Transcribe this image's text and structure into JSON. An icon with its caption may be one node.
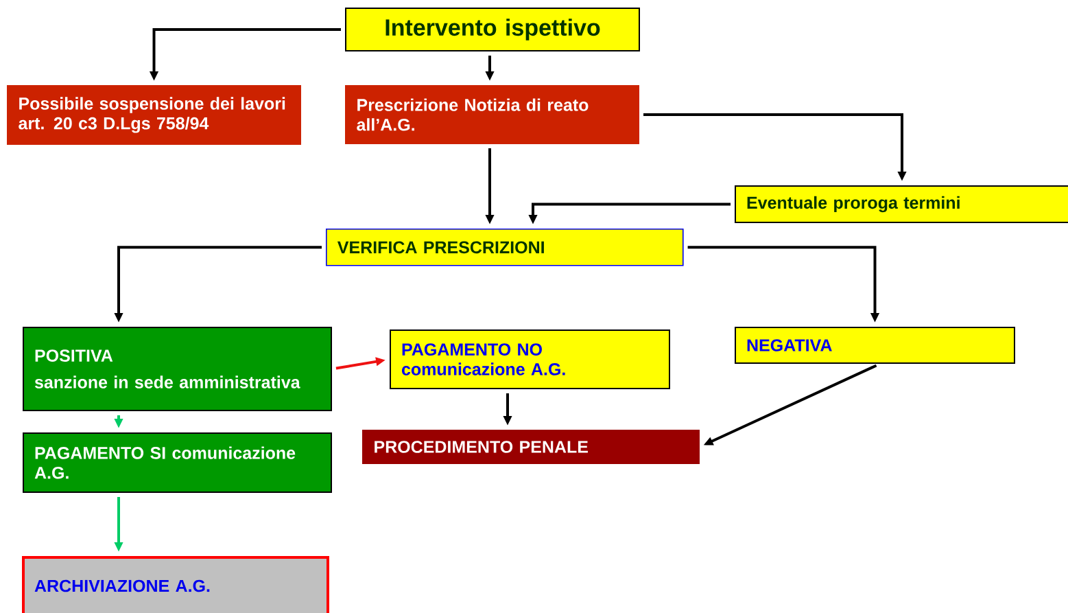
{
  "diagram": {
    "nodes": [
      {
        "text": [
          "Intervento ispettivo"
        ]
      },
      {
        "text": [
          "Possibile sospensione dei lavori art. 20 c3 D.Lgs 758/94"
        ]
      },
      {
        "text": [
          "Prescrizione Notizia di reato all’A.G."
        ]
      },
      {
        "text": [
          "Eventuale proroga termini"
        ]
      },
      {
        "text": [
          "VERIFICA PRESCRIZIONI"
        ]
      },
      {
        "text": [
          "POSITIVA",
          "sanzione in sede amministrativa"
        ]
      },
      {
        "text": [
          "PAGAMENTO NO comunicazione A.G."
        ]
      },
      {
        "text": [
          "NEGATIVA"
        ]
      },
      {
        "text": [
          "PAGAMENTO SI comunicazione A.G."
        ]
      },
      {
        "text": [
          "PROCEDIMENTO PENALE"
        ]
      },
      {
        "text": [
          "ARCHIVIAZIONE A.G."
        ]
      }
    ],
    "edges": [
      {
        "from": 0,
        "to": 1,
        "arrow": "to"
      },
      {
        "from": 0,
        "to": 2,
        "arrow": "to"
      },
      {
        "from": 2,
        "to": 3,
        "arrow": "to"
      },
      {
        "from": 2,
        "to": 4,
        "arrow": "to"
      },
      {
        "from": 3,
        "to": 4,
        "arrow": "to"
      },
      {
        "from": 4,
        "to": 5,
        "arrow": "to"
      },
      {
        "from": 4,
        "to": 7,
        "arrow": "to"
      },
      {
        "from": 5,
        "to": 6,
        "arrow": "to",
        "color": "#ee1111"
      },
      {
        "from": 5,
        "to": 8,
        "arrow": "to",
        "color": "#00cc66"
      },
      {
        "from": 6,
        "to": 9,
        "arrow": "to"
      },
      {
        "from": 7,
        "to": 9,
        "arrow": "to"
      },
      {
        "from": 8,
        "to": 10,
        "arrow": "to",
        "color": "#00cc66"
      }
    ]
  }
}
